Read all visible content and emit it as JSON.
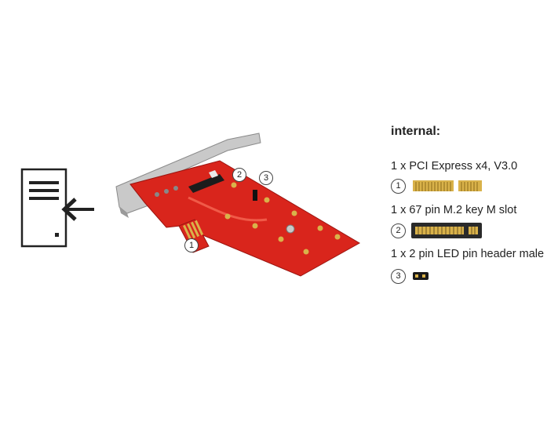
{
  "colors": {
    "pcb_red": "#d9251c",
    "gold": "#d9b24a",
    "bracket_silver": "#c9c9c9",
    "text": "#222222"
  },
  "icons": {
    "document": "document-with-incoming-arrow-icon"
  },
  "product": {
    "callouts": [
      "1",
      "2",
      "3"
    ]
  },
  "specs": {
    "heading": "internal:",
    "items": [
      {
        "number": "1",
        "label": "1 x PCI Express x4, V3.0",
        "icon": "pcie-x4-connector-icon"
      },
      {
        "number": "2",
        "label": "1 x 67 pin M.2 key M slot",
        "icon": "m2-slot-connector-icon"
      },
      {
        "number": "3",
        "label": "1 x 2 pin LED pin header male",
        "icon": "2-pin-header-icon"
      }
    ]
  }
}
